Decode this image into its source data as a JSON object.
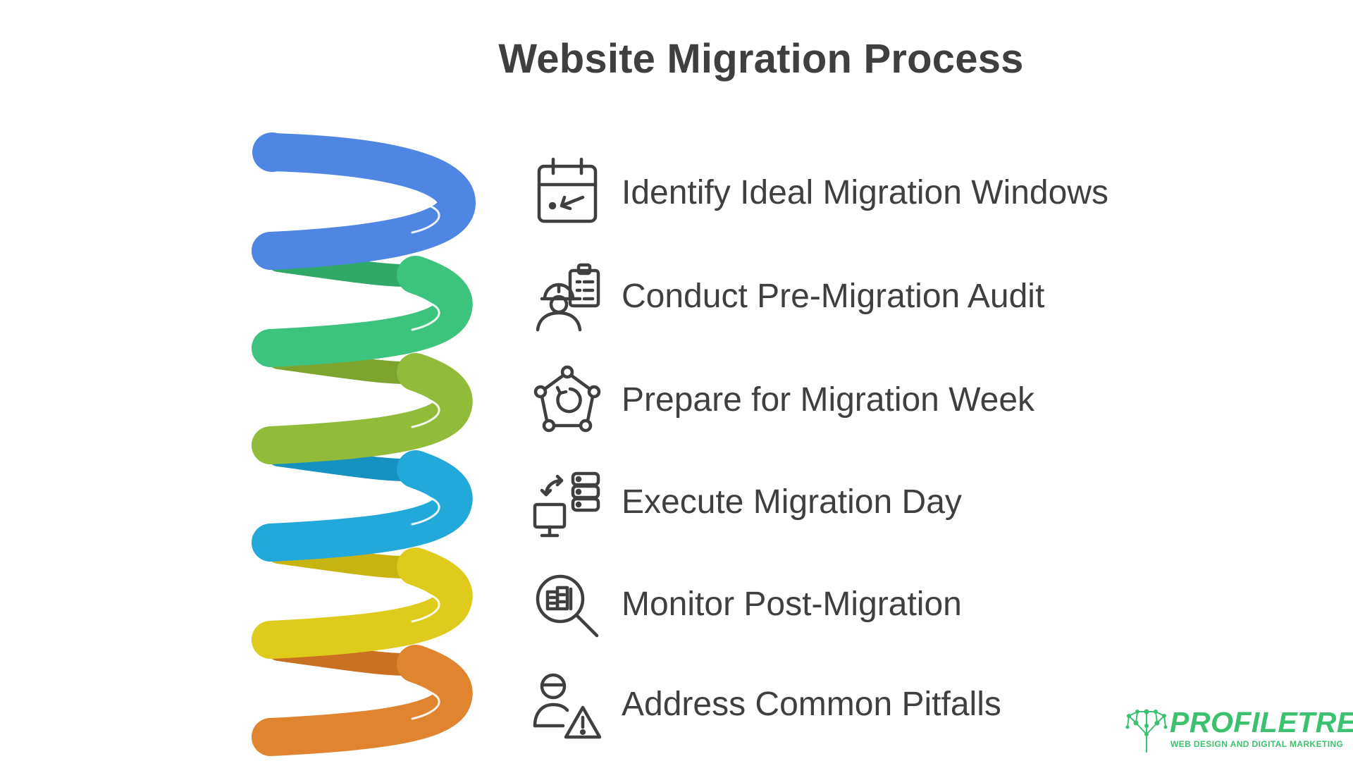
{
  "title": "Website Migration Process",
  "colors": {
    "text": "#3f3f3f",
    "stage1": "#4f86e4",
    "stage2": "#3cc47f",
    "stage3": "#93bb3a",
    "stage4": "#22a9d9",
    "stage5": "#dfcb1b",
    "stage6": "#e0842f",
    "logo": "#3cc16e"
  },
  "steps": [
    {
      "label": "Identify Ideal Migration Windows",
      "icon": "calendar-icon",
      "color": "#4f86e4"
    },
    {
      "label": "Conduct Pre-Migration Audit",
      "icon": "auditor-clipboard-icon",
      "color": "#3cc47f"
    },
    {
      "label": "Prepare for Migration Week",
      "icon": "network-cycle-icon",
      "color": "#93bb3a"
    },
    {
      "label": "Execute Migration Day",
      "icon": "computer-server-transfer-icon",
      "color": "#22a9d9"
    },
    {
      "label": "Monitor Post-Migration",
      "icon": "magnifier-chart-icon",
      "color": "#dfcb1b"
    },
    {
      "label": "Address Common Pitfalls",
      "icon": "person-warning-icon",
      "color": "#e0842f"
    }
  ],
  "logo": {
    "name": "PROFILETREE",
    "tagline": "WEB DESIGN AND DIGITAL MARKETING"
  }
}
